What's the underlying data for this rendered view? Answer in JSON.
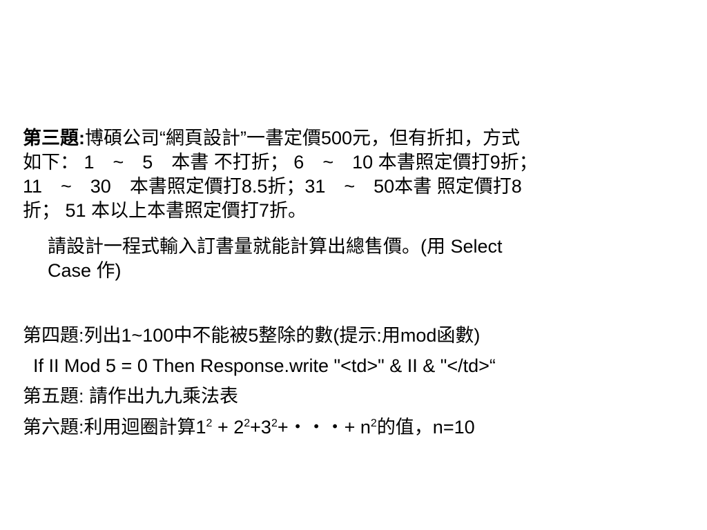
{
  "q3": {
    "label": "第三題:",
    "line1": "博碩公司“網頁設計”一書定價500元，但有折扣，方式",
    "line2": "如下： 1　~　5　本書 不打折； 6　~　10 本書照定價打9折；",
    "line3": "11　~　30　本書照定價打8.5折；31　~　50本書 照定價打8",
    "line4": "折； 51 本以上本書照定價打7折。",
    "sub1": "請設計一程式輸入訂書量就能計算出總售價。(用 Select",
    "sub2": "Case 作)"
  },
  "q4": {
    "text": "第四題:列出1~100中不能被5整除的數(提示:用mod函數)"
  },
  "code": {
    "text": "If II Mod 5 = 0 Then Response.write \"<td>\" & II  & \"</td>“"
  },
  "q5": {
    "text": "第五題: 請作出九九乘法表"
  },
  "q6": {
    "prefix": "第六題:利用迴圈計算1",
    "exp1": "2",
    "t2": " + 2",
    "exp2": "2",
    "t3": "+3",
    "exp3": "2",
    "t4": "+・・・+ n",
    "exp4": "2",
    "suffix": "的值，n=10"
  }
}
